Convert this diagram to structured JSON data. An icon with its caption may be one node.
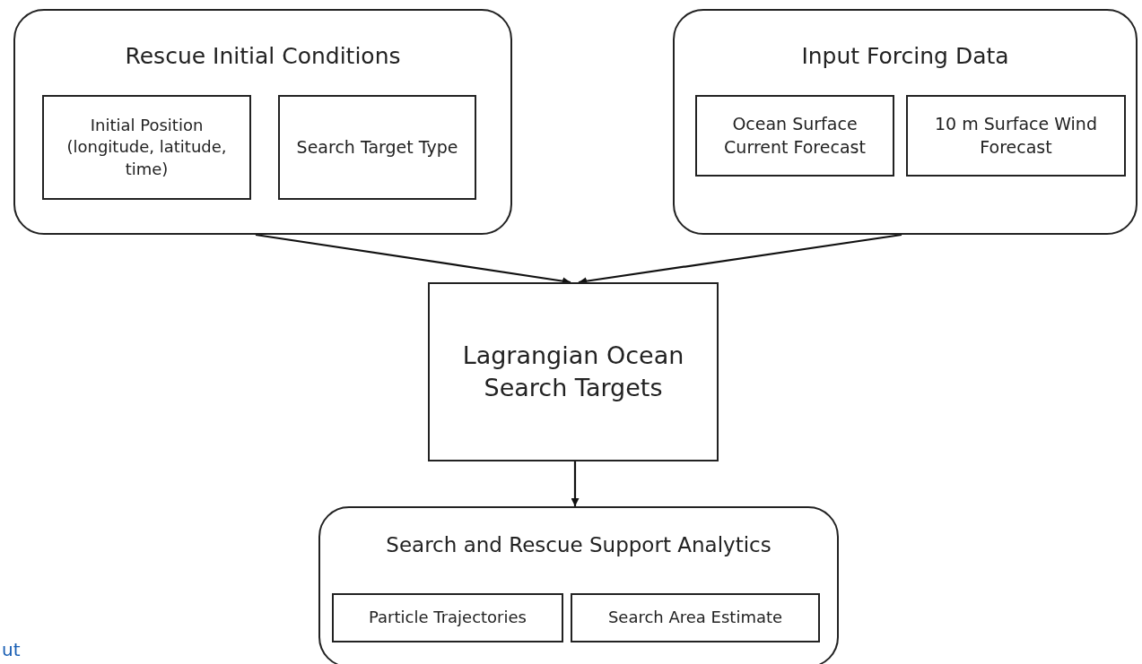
{
  "diagram": {
    "nodes": [
      {
        "text": [
          "Rescue Initial Conditions"
        ]
      },
      {
        "text": [
          "Initial Position (longitude, latitude, time)"
        ],
        "in": 0
      },
      {
        "text": [
          "Search Target Type"
        ],
        "in": 0
      },
      {
        "text": [
          "Input Forcing Data"
        ]
      },
      {
        "text": [
          "Ocean Surface Current Forecast"
        ],
        "in": 3
      },
      {
        "text": [
          "10 m Surface Wind Forecast"
        ],
        "in": 3
      },
      {
        "text": [
          "Lagrangian Ocean Search Targets"
        ]
      },
      {
        "text": [
          "Search and Rescue Support Analytics"
        ]
      },
      {
        "text": [
          "Particle Trajectories"
        ],
        "in": 7
      },
      {
        "text": [
          "Search Area Estimate"
        ],
        "in": 7
      }
    ],
    "edges": [
      {
        "from": 0,
        "to": 6,
        "arrow": "to"
      },
      {
        "from": 3,
        "to": 6,
        "arrow": "to"
      },
      {
        "from": 6,
        "to": 7,
        "arrow": "to"
      }
    ],
    "labels": [
      "ut"
    ]
  }
}
